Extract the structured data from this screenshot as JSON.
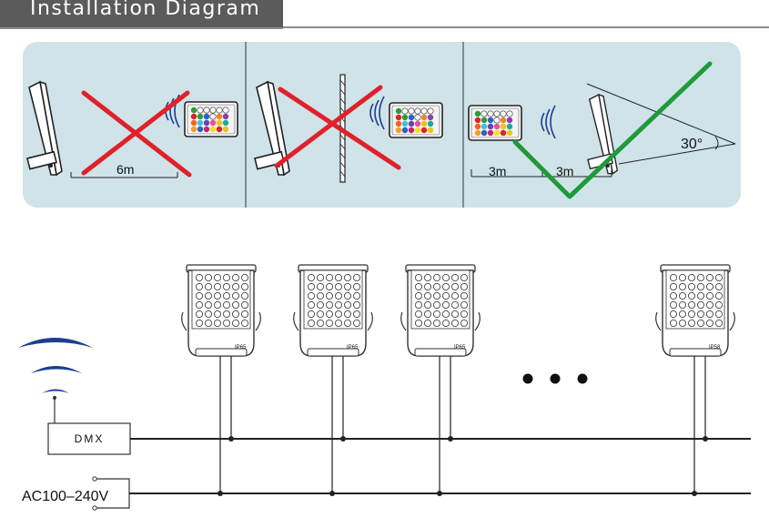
{
  "header": {
    "title": "Installation Diagram"
  },
  "panels": [
    {
      "distance_label": "6m",
      "verdict": "incorrect"
    },
    {
      "verdict": "incorrect"
    },
    {
      "distance_label_1": "3m",
      "distance_label_2": "3m",
      "angle_label": "30°",
      "verdict": "correct"
    }
  ],
  "wiring": {
    "controller_label": "DMX",
    "power_label": "AC100–240V",
    "fixture_ratings": [
      "IP65",
      "IP65",
      "IP65",
      "IP58"
    ]
  },
  "colors": {
    "title_bg": "#5b5b5b",
    "panel_bg": "#cfe3e9",
    "cross": "#e0212a",
    "check": "#1f9a3a",
    "signal": "#1b3e92"
  }
}
